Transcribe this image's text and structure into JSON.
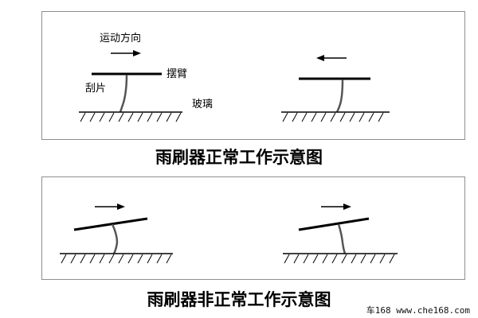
{
  "figure_top": {
    "labels": {
      "direction": "运动方向",
      "arm": "摆臂",
      "blade": "刮片",
      "glass": "玻璃"
    },
    "caption": "雨刷器正常工作示意图"
  },
  "figure_bottom": {
    "caption": "雨刷器非正常工作示意图"
  },
  "watermark": "车168 www.che168.com"
}
